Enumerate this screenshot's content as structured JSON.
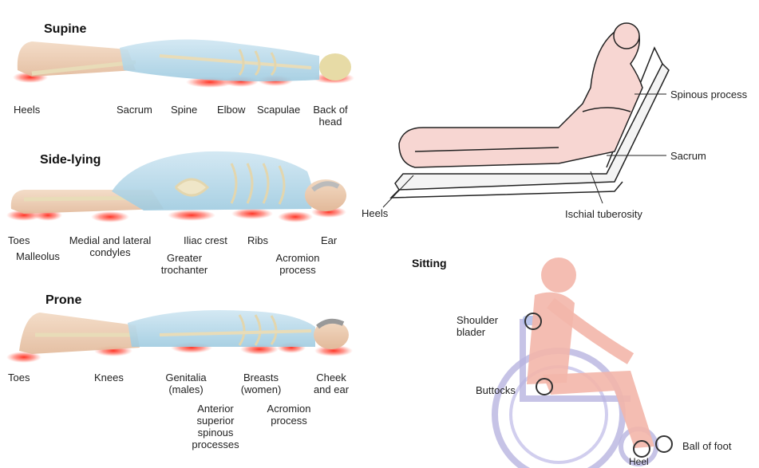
{
  "supine": {
    "title": "Supine",
    "labels": {
      "heels": "Heels",
      "sacrum": "Sacrum",
      "spine": "Spine",
      "elbow": "Elbow",
      "scapulae": "Scapulae",
      "back_of_head": "Back of\nhead"
    }
  },
  "side_lying": {
    "title": "Side-lying",
    "labels": {
      "toes": "Toes",
      "malleolus": "Malleolus",
      "medial_lateral_condyles": "Medial and lateral\ncondyles",
      "greater_trochanter": "Greater\ntrochanter",
      "iliac_crest": "Iliac crest",
      "ribs": "Ribs",
      "acromion_process": "Acromion\nprocess",
      "ear": "Ear"
    }
  },
  "prone": {
    "title": "Prone",
    "labels": {
      "toes": "Toes",
      "knees": "Knees",
      "genitalia": "Genitalia\n(males)",
      "breasts": "Breasts\n(women)",
      "cheek_and_ear": "Cheek\nand ear",
      "anterior_superior_spinous": "Anterior\nsuperior\nspinous\nprocesses",
      "acromion_process": "Acromion\nprocess"
    }
  },
  "reclining": {
    "labels": {
      "spinous_process": "Spinous process",
      "sacrum": "Sacrum",
      "heels": "Heels",
      "ischial_tuberosity": "Ischial tuberosity"
    }
  },
  "sitting": {
    "title": "Sitting",
    "labels": {
      "shoulder_blader": "Shoulder\nblader",
      "buttocks": "Buttocks",
      "ball_of_foot": "Ball of foot",
      "heel": "Heel"
    }
  }
}
